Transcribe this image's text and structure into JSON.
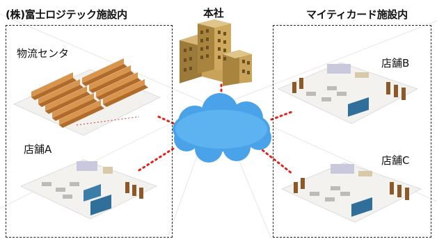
{
  "left_facility": {
    "title": "(株)富士ロジテック施設内",
    "distribution_center": "物流センタ",
    "store_a": "店舗A"
  },
  "headquarters": {
    "label": "本社"
  },
  "right_facility": {
    "title": "マイティカード施設内",
    "store_b": "店舗B",
    "store_c": "店舗C"
  },
  "colors": {
    "cloud": "#4aa3e8",
    "link": "#e2231a",
    "building": "#b8924a"
  }
}
